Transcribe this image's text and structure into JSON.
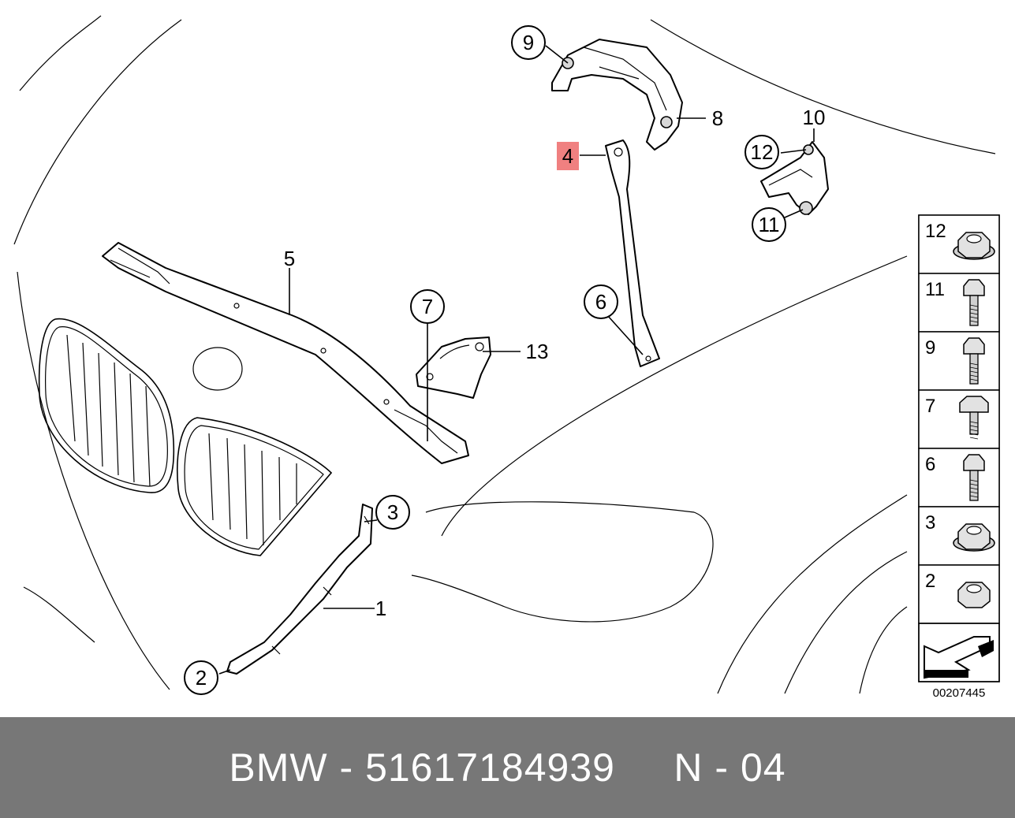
{
  "callouts": {
    "c1": "1",
    "c2": "2",
    "c3": "3",
    "c4": "4",
    "c5": "5",
    "c6": "6",
    "c7": "7",
    "c8": "8",
    "c9": "9",
    "c10": "10",
    "c11": "11",
    "c12": "12",
    "c13": "13"
  },
  "highlight_color": "#f08080",
  "legend": {
    "items": [
      "12",
      "11",
      "9",
      "7",
      "6",
      "3",
      "2"
    ]
  },
  "diagram_id": "00207445",
  "footer": {
    "brand": "BMW",
    "sep1": "-",
    "part_number": "51617184939",
    "position": "N - 04"
  }
}
